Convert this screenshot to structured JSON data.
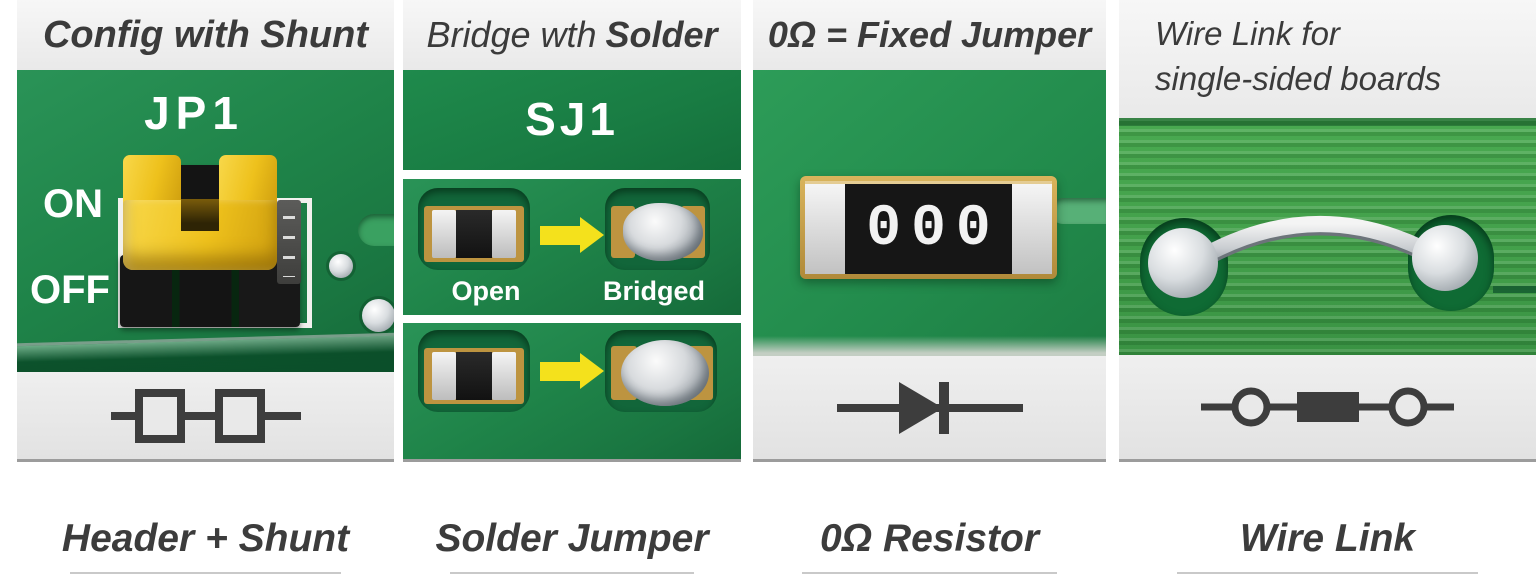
{
  "colors": {
    "pcb_green": "#1f8449",
    "pcb_green_bright": "#3f9e47",
    "jumper_yellow": "#eec11c",
    "arrow_yellow": "#f4e11c",
    "text_dark": "#3b3b3b",
    "silkscreen_white": "#ffffff",
    "symbol_gray": "#3d3d3d"
  },
  "panel_header_shunt": {
    "title": "Config with Shunt",
    "designator": "JP1",
    "on_label": "ON",
    "off_label": "OFF",
    "symbol_icon": "header-shunt-schematic",
    "caption": "Header + Shunt"
  },
  "panel_solder_jumper": {
    "title_prefix": "Bridge wth",
    "title_bold": "Solder",
    "designator": "SJ1",
    "open_label": "Open",
    "bridged_label": "Bridged",
    "caption": "Solder Jumper"
  },
  "panel_zero_ohm": {
    "title": "0Ω = Fixed Jumper",
    "marking": "000",
    "symbol_icon": "zero-ohm-resistor-schematic",
    "caption": "0Ω Resistor"
  },
  "panel_wire_link": {
    "title_line1": "Wire Link for",
    "title_line2": "single-sided boards",
    "symbol_icon": "wire-link-schematic",
    "caption": "Wire Link"
  }
}
